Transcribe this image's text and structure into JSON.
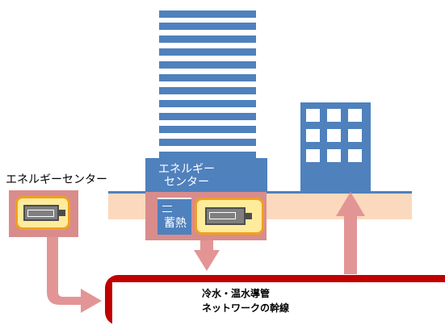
{
  "labels": {
    "left_energy_center": "エネルギーセンター",
    "center_energy_center_line1": "エネルギー",
    "center_energy_center_line2": "センター",
    "heat_storage": "蓄熱",
    "network_line1": "冷水・温水導管",
    "network_line2": "ネットワークの幹線"
  },
  "colors": {
    "building_blue": "#4f81bd",
    "ground": "#fad9be",
    "plant_box": "#d98c8c",
    "arrow": "#e39595",
    "machine_fill": "#ffeb9c",
    "machine_border": "#f0a020",
    "network_border": "#c00000"
  }
}
